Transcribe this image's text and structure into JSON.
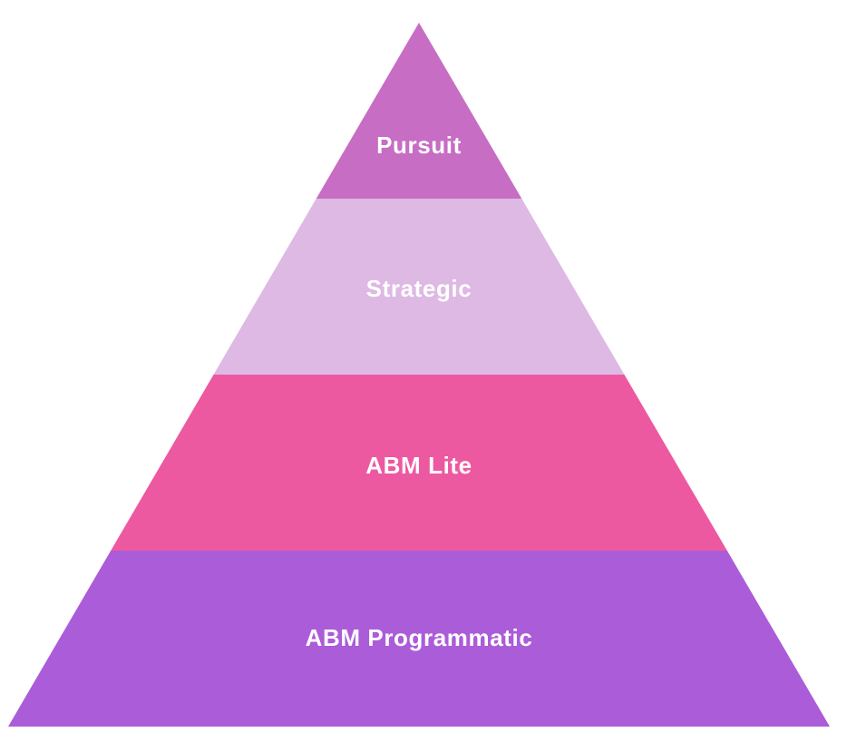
{
  "diagram": {
    "type": "pyramid",
    "background": "#ffffff",
    "text_color": "#ffffff",
    "tiers": [
      {
        "label": "Pursuit",
        "color": "#c76dc4"
      },
      {
        "label": "Strategic",
        "color": "#ddb9e4"
      },
      {
        "label": "ABM Lite",
        "color": "#ed59a0"
      },
      {
        "label": "ABM Programmatic",
        "color": "#ab5cd9"
      }
    ]
  }
}
